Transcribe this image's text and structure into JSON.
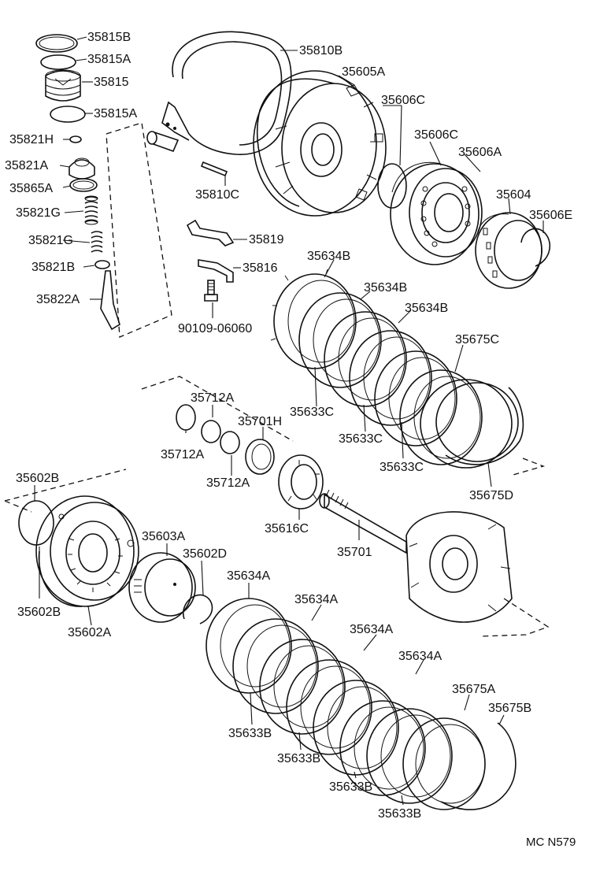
{
  "parts": {
    "p35815B": "35815B",
    "p35815A_1": "35815A",
    "p35815": "35815",
    "p35815A_2": "35815A",
    "p35821H": "35821H",
    "p35821A": "35821A",
    "p35865A": "35865A",
    "p35821G_1": "35821G",
    "p35821G_2": "35821G",
    "p35821B": "35821B",
    "p35822A": "35822A",
    "p35810B": "35810B",
    "p35810C": "35810C",
    "p35819": "35819",
    "p35816": "35816",
    "p90109": "90109-06060",
    "p35605A": "35605A",
    "p35606C_1": "35606C",
    "p35606C_2": "35606C",
    "p35606A": "35606A",
    "p35604": "35604",
    "p35606E": "35606E",
    "p35634B_1": "35634B",
    "p35634B_2": "35634B",
    "p35634B_3": "35634B",
    "p35675C": "35675C",
    "p35633C_1": "35633C",
    "p35633C_2": "35633C",
    "p35633C_3": "35633C",
    "p35675D": "35675D",
    "p35712A_1": "35712A",
    "p35712A_2": "35712A",
    "p35712A_3": "35712A",
    "p35701H": "35701H",
    "p35616C": "35616C",
    "p35701": "35701",
    "p35602B_1": "35602B",
    "p35602B_2": "35602B",
    "p35602A": "35602A",
    "p35603A": "35603A",
    "p35602D": "35602D",
    "p35634A_1": "35634A",
    "p35634A_2": "35634A",
    "p35634A_3": "35634A",
    "p35634A_4": "35634A",
    "p35675A": "35675A",
    "p35675B": "35675B",
    "p35633B_1": "35633B",
    "p35633B_2": "35633B",
    "p35633B_3": "35633B",
    "p35633B_4": "35633B"
  },
  "diagram_code": "MC N579"
}
